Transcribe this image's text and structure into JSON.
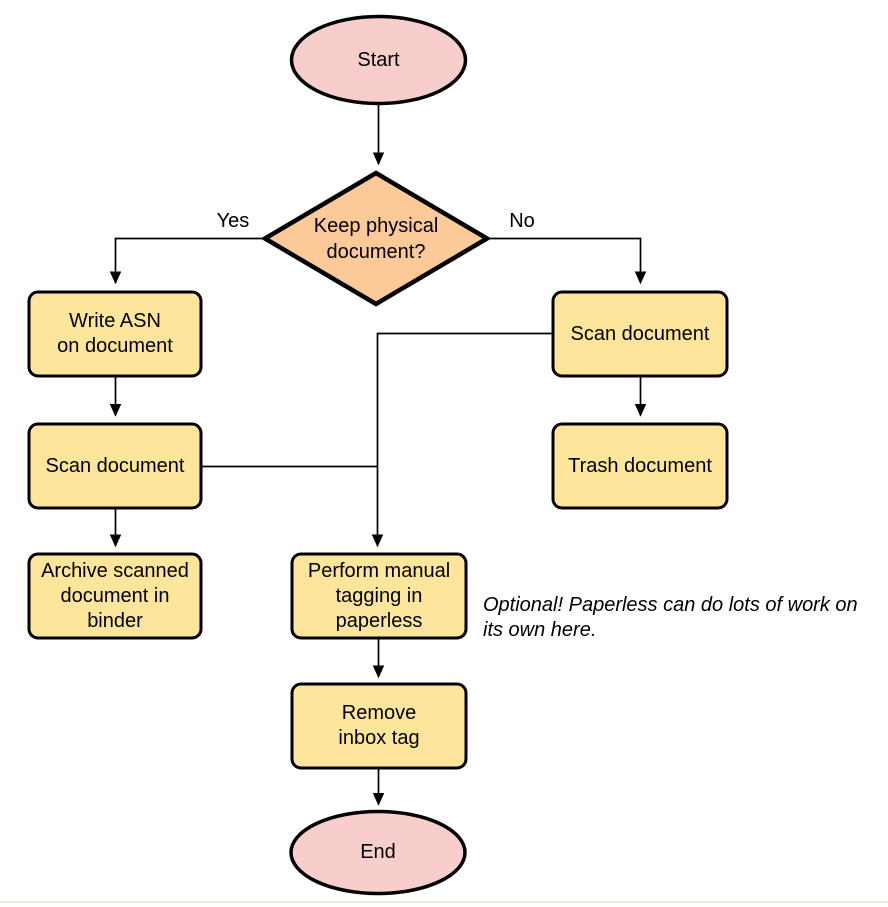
{
  "diagram": {
    "type": "flowchart",
    "nodes": {
      "start": "Start",
      "decision": "Keep physical\ndocument?",
      "write_asn": "Write ASN\non document",
      "scan_left": "Scan document",
      "archive": "Archive scanned\ndocument in\nbinder",
      "scan_right": "Scan document",
      "trash": "Trash document",
      "tagging": "Perform manual\ntagging in\npaperless",
      "remove_inbox": "Remove\ninbox tag",
      "end": "End"
    },
    "edge_labels": {
      "yes": "Yes",
      "no": "No"
    },
    "annotation": "Optional! Paperless can do lots of work on\nits own here.",
    "colors": {
      "terminal_fill": "#f8cecc",
      "process_fill": "#fde59b",
      "decision_fill": "#fbca98",
      "stroke": "#000000"
    }
  }
}
